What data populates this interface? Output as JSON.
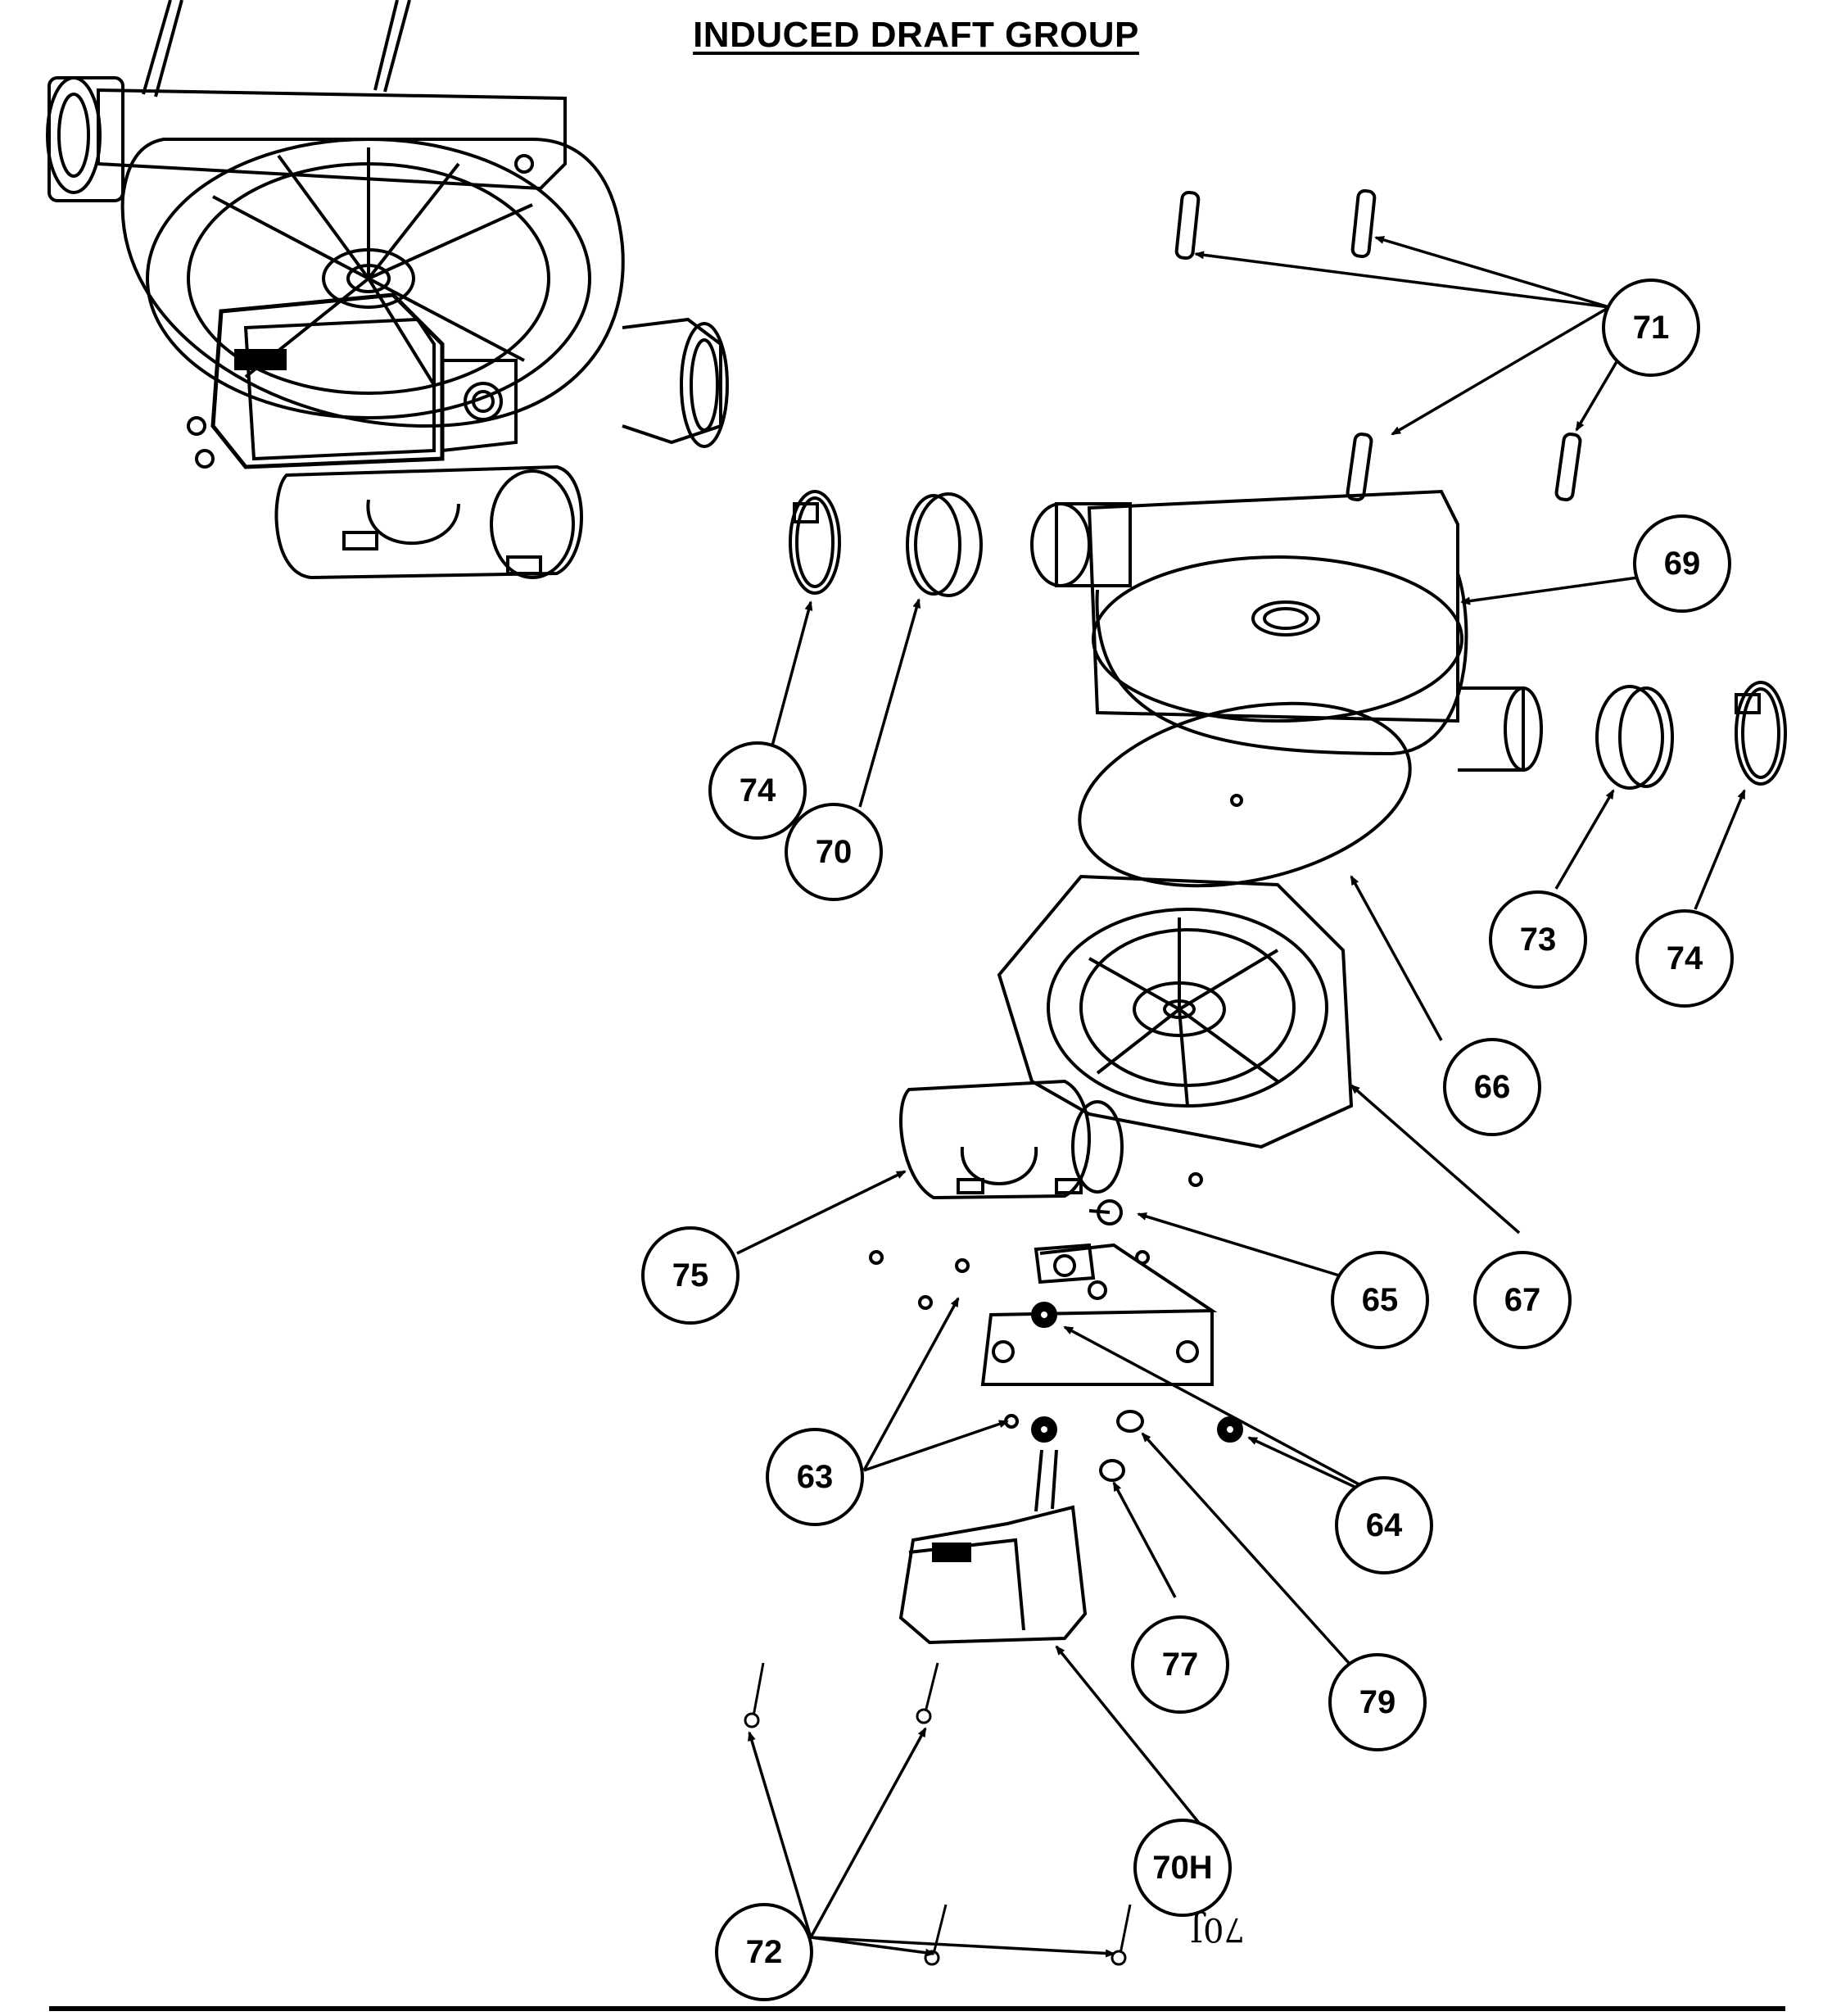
{
  "title": "INDUCED DRAFT GROUP",
  "handwritten_note": "70J",
  "callouts": {
    "c71": "71",
    "c69": "69",
    "c74a": "74",
    "c70": "70",
    "c73": "73",
    "c74b": "74",
    "c66": "66",
    "c67": "67",
    "c75": "75",
    "c65": "65",
    "c63": "63",
    "c64": "64",
    "c77": "77",
    "c79": "79",
    "c70h": "70H",
    "c72": "72"
  },
  "colors": {
    "ink": "#000000",
    "paper": "#ffffff"
  }
}
